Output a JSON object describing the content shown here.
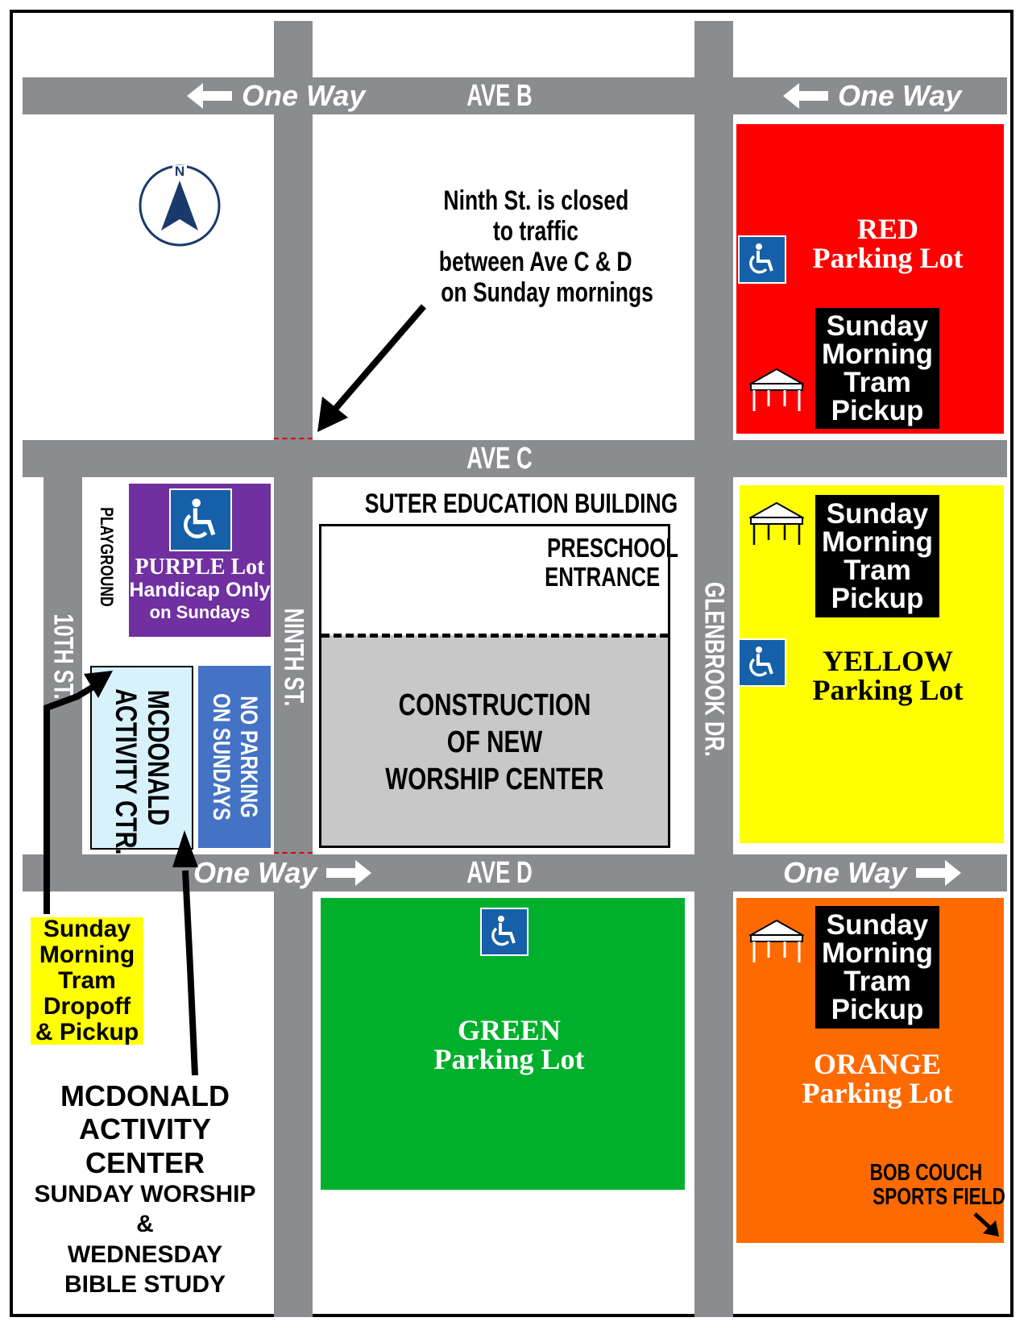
{
  "colors": {
    "road": "#8a8c8f",
    "red_lot": "#ff0000",
    "yellow_lot": "#ffff00",
    "orange_lot": "#ff6a00",
    "green_lot": "#00b02c",
    "purple_lot": "#7030a0",
    "no_parking": "#4472c4",
    "mcdonald_bldg": "#d8f2fc",
    "construction": "#c8c8c8",
    "handicap_blue": "#1560a8",
    "compass": "#1a3a6b"
  },
  "compass": {
    "letter": "N",
    "icon": "north-arrow-icon"
  },
  "roads": {
    "ave_b": "AVE B",
    "ave_c": "AVE C",
    "ave_d": "AVE D",
    "ninth_st": "NINTH ST.",
    "tenth_st": "10TH ST.",
    "glenbrook": "GLENBROOK DR."
  },
  "one_way": {
    "ave_b_left": "One Way",
    "ave_b_right": "One Way",
    "ave_d_left": "One Way",
    "ave_d_right": "One Way"
  },
  "notice": {
    "line1": "Ninth St. is closed",
    "line2": "to traffic",
    "line3": "between Ave C & D",
    "line4": "on Sunday mornings"
  },
  "red_lot": {
    "line1": "RED",
    "line2": "Parking Lot"
  },
  "yellow_lot": {
    "line1": "YELLOW",
    "line2": "Parking Lot"
  },
  "orange_lot": {
    "line1": "ORANGE",
    "line2": "Parking Lot"
  },
  "green_lot": {
    "line1": "GREEN",
    "line2": "Parking Lot"
  },
  "tram_pickup": {
    "line1": "Sunday",
    "line2": "Morning",
    "line3": "Tram",
    "line4": "Pickup"
  },
  "purple_lot": {
    "line1": "PURPLE Lot",
    "line2": "Handicap Only",
    "line3": "on Sundays"
  },
  "playground": "PLAYGROUND",
  "mcdonald_bldg": {
    "line1": "MCDONALD",
    "line2": "ACTIVITY CTR."
  },
  "no_parking": {
    "line1": "NO PARKING",
    "line2": "ON SUNDAYS"
  },
  "suter": "SUTER EDUCATION BUILDING",
  "preschool": {
    "line1": "PRESCHOOL",
    "line2": "ENTRANCE"
  },
  "construction": {
    "line1": "CONSTRUCTION",
    "line2": "OF NEW",
    "line3": "WORSHIP CENTER"
  },
  "dropoff": {
    "line1": "Sunday",
    "line2": "Morning",
    "line3": "Tram",
    "line4": "Dropoff",
    "line5": "& Pickup"
  },
  "mcdonald_center": {
    "line1": "MCDONALD",
    "line2": "ACTIVITY CENTER",
    "line3": "SUNDAY WORSHIP",
    "line4": "&",
    "line5": "WEDNESDAY",
    "line6": "BIBLE STUDY"
  },
  "bob_couch": {
    "line1": "BOB COUCH",
    "line2": "SPORTS FIELD"
  }
}
